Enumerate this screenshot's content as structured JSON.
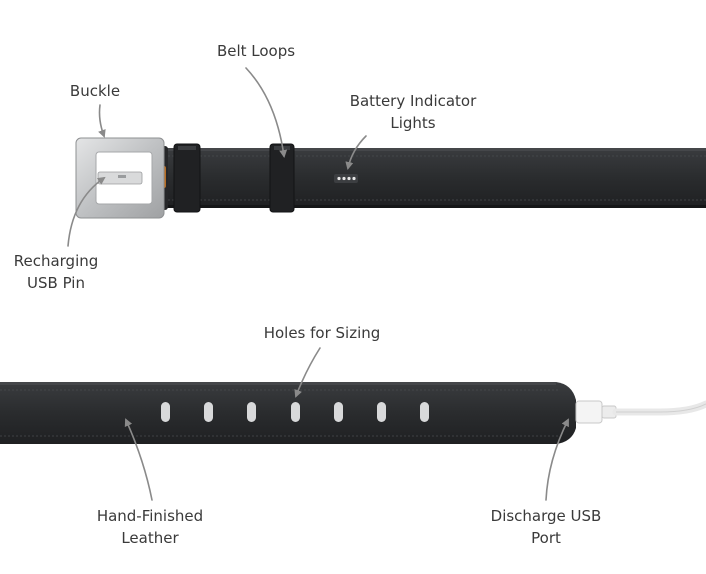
{
  "colors": {
    "background": "#ffffff",
    "leather": "#2b2d2f",
    "leather_edge": "#1d1e20",
    "leather_highlight": "#3d3f42",
    "buckle_metal": "#c9cbcd",
    "indicator_light": "#e6e6e6",
    "arrow": "#8a8a8a",
    "text": "#3a3a3a",
    "cable": "#f2f2f2"
  },
  "labels": {
    "belt_loops": "Belt Loops",
    "buckle": "Buckle",
    "battery_indicator_line1": "Battery Indicator",
    "battery_indicator_line2": "Lights",
    "recharging_line1": "Recharging",
    "recharging_line2": "USB Pin",
    "holes_for_sizing": "Holes for Sizing",
    "hand_finished_line1": "Hand-Finished",
    "hand_finished_line2": "Leather",
    "discharge_line1": "Discharge USB",
    "discharge_line2": "Port"
  },
  "icons": {
    "buckle": "belt-buckle-icon",
    "usb_cable": "usb-cable-icon"
  }
}
